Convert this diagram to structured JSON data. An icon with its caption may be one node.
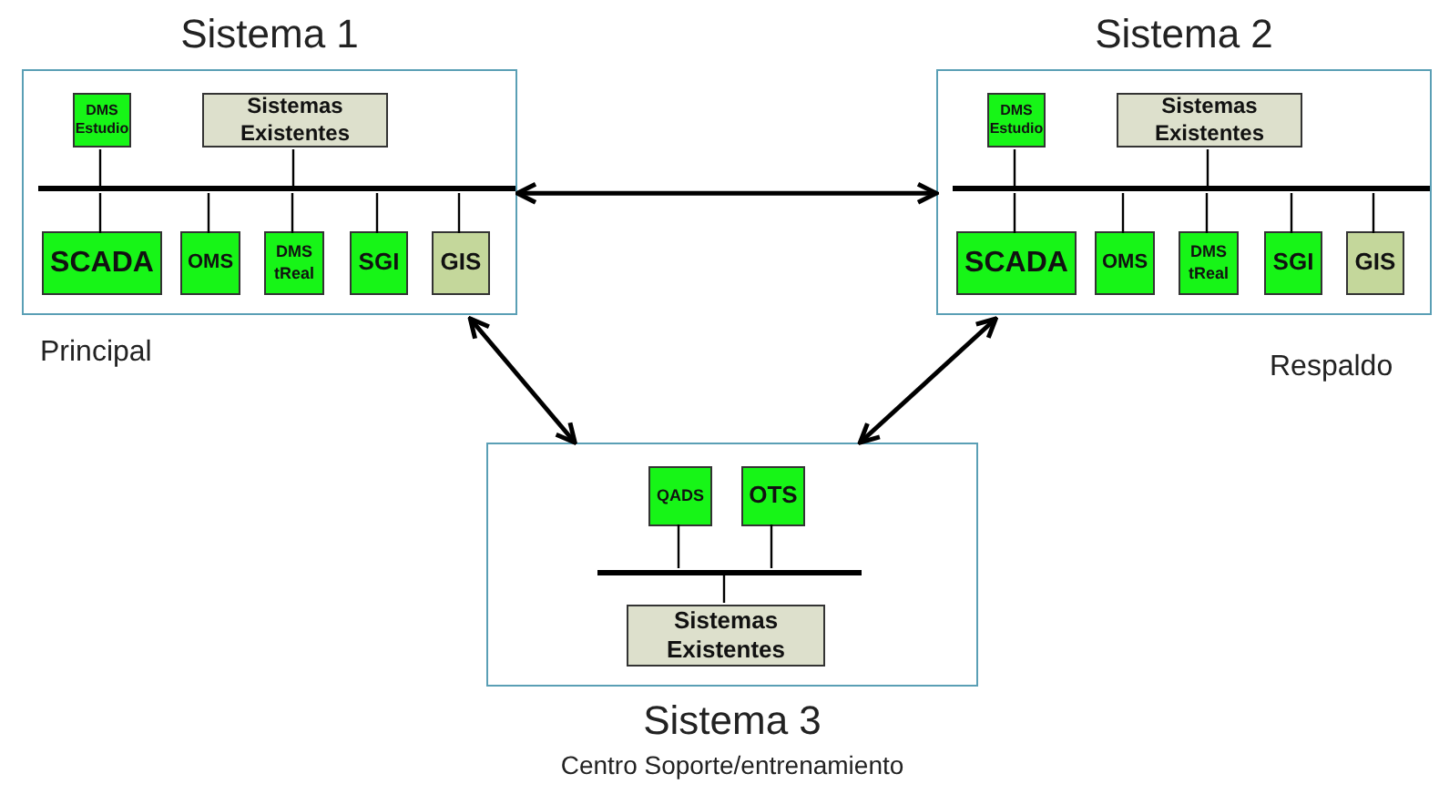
{
  "diagram": {
    "nodes": [
      {
        "text": [
          "Sistema 1"
        ],
        "beside": [
          "Principal"
        ]
      },
      {
        "text": [
          "DMS Estudio"
        ],
        "in": 0
      },
      {
        "text": [
          "Sistemas Existentes"
        ],
        "in": 0
      },
      {
        "text": [],
        "shape": "bar",
        "in": 0
      },
      {
        "text": [
          "SCADA"
        ],
        "in": 0
      },
      {
        "text": [
          "OMS"
        ],
        "in": 0
      },
      {
        "text": [
          "DMS tReal"
        ],
        "in": 0
      },
      {
        "text": [
          "SGI"
        ],
        "in": 0
      },
      {
        "text": [
          "GIS"
        ],
        "in": 0
      },
      {
        "text": [
          "Sistema 2"
        ],
        "beside": [
          "Respaldo"
        ]
      },
      {
        "text": [
          "DMS Estudio"
        ],
        "in": 9
      },
      {
        "text": [
          "Sistemas Existentes"
        ],
        "in": 9
      },
      {
        "text": [],
        "shape": "bar",
        "in": 9
      },
      {
        "text": [
          "SCADA"
        ],
        "in": 9
      },
      {
        "text": [
          "OMS"
        ],
        "in": 9
      },
      {
        "text": [
          "DMS tReal"
        ],
        "in": 9
      },
      {
        "text": [
          "SGI"
        ],
        "in": 9
      },
      {
        "text": [
          "GIS"
        ],
        "in": 9
      },
      {
        "text": [
          "Sistema 3"
        ],
        "beside": [
          "Centro Soporte/entrenamiento"
        ]
      },
      {
        "text": [
          "QADS"
        ],
        "in": 18
      },
      {
        "text": [
          "OTS"
        ],
        "in": 18
      },
      {
        "text": [],
        "shape": "bar",
        "in": 18
      },
      {
        "text": [
          "Sistemas Existentes"
        ],
        "in": 18
      }
    ],
    "edges": [
      {
        "from": 0,
        "to": 9,
        "arrow": "both"
      },
      {
        "from": 0,
        "to": 18,
        "arrow": "both"
      },
      {
        "from": 9,
        "to": 18,
        "arrow": "both"
      },
      {
        "from": 1,
        "to": 3,
        "arrow": "none"
      },
      {
        "from": 2,
        "to": 3,
        "arrow": "none"
      },
      {
        "from": 4,
        "to": 3,
        "arrow": "none"
      },
      {
        "from": 5,
        "to": 3,
        "arrow": "none"
      },
      {
        "from": 6,
        "to": 3,
        "arrow": "none"
      },
      {
        "from": 7,
        "to": 3,
        "arrow": "none"
      },
      {
        "from": 8,
        "to": 3,
        "arrow": "none"
      },
      {
        "from": 10,
        "to": 12,
        "arrow": "none"
      },
      {
        "from": 11,
        "to": 12,
        "arrow": "none"
      },
      {
        "from": 13,
        "to": 12,
        "arrow": "none"
      },
      {
        "from": 14,
        "to": 12,
        "arrow": "none"
      },
      {
        "from": 15,
        "to": 12,
        "arrow": "none"
      },
      {
        "from": 16,
        "to": 12,
        "arrow": "none"
      },
      {
        "from": 17,
        "to": 12,
        "arrow": "none"
      },
      {
        "from": 19,
        "to": 21,
        "arrow": "none"
      },
      {
        "from": 20,
        "to": 21,
        "arrow": "none"
      },
      {
        "from": 22,
        "to": 21,
        "arrow": "none"
      }
    ]
  }
}
